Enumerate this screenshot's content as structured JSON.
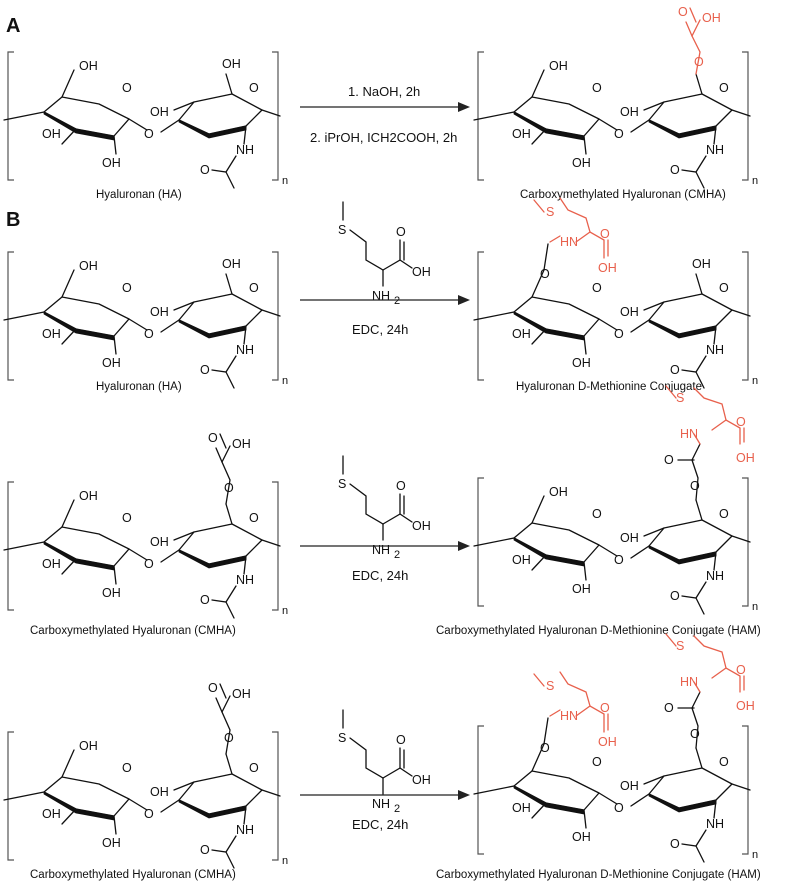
{
  "panels": [
    {
      "letter": "A"
    },
    {
      "letter": "B"
    }
  ],
  "atoms": {
    "OH": "OH",
    "O": "O",
    "NH": "NH",
    "HN": "HN",
    "S": "S",
    "NH2_main": "NH",
    "NH2_sub": "2",
    "n": "n"
  },
  "reactions": [
    {
      "reactant": "Hyaluronan (HA)",
      "product": "Carboxymethylated Hyaluronan (CMHA)",
      "condition_1": "1. NaOH, 2h",
      "condition_2": "2. iPrOH, ICH2COOH, 2h"
    },
    {
      "reactant": "Hyaluronan (HA)",
      "product": "Hyaluronan D-Methionine Conjugate",
      "condition": "EDC, 24h"
    },
    {
      "reactant": "Carboxymethylated Hyaluronan (CMHA)",
      "product": "Carboxymethylated Hyaluronan D-Methionine Conjugate (HAM)",
      "condition": "EDC, 24h"
    },
    {
      "reactant": "Carboxymethylated Hyaluronan (CMHA)",
      "product": "Carboxymethylated Hyaluronan D-Methionine Conjugate (HAM)",
      "condition": "EDC, 24h"
    }
  ],
  "colors": {
    "bond": "#111111",
    "highlight": "#e8604c",
    "bracket": "#555555"
  }
}
